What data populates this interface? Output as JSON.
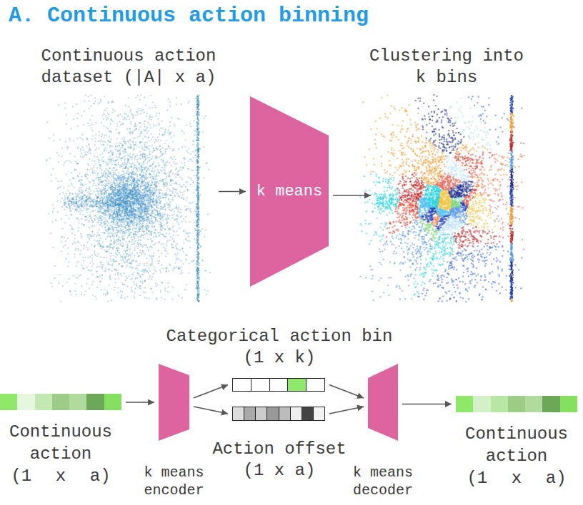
{
  "diagram": {
    "title": "A. Continuous action binning",
    "nodes": [
      {
        "text": [
          "Continuous action dataset (|A| x a)"
        ]
      },
      {
        "text": [
          "k means"
        ]
      },
      {
        "text": [
          "Clustering into k bins"
        ]
      },
      {
        "text": [
          "Continuous action (1 x a)"
        ]
      },
      {
        "text": [
          "k means encoder"
        ]
      },
      {
        "text": [
          "Categorical action bin (1 x k)"
        ]
      },
      {
        "text": [
          "Action offset (1 x a)"
        ]
      },
      {
        "text": [
          "k means decoder"
        ]
      },
      {
        "text": [
          "Continuous action (1 x a)"
        ]
      }
    ],
    "edges": [
      {
        "from": 0,
        "to": 1,
        "arrow": "to"
      },
      {
        "from": 1,
        "to": 2,
        "arrow": "to"
      },
      {
        "from": 3,
        "to": 4,
        "arrow": "to"
      },
      {
        "from": 4,
        "to": 5,
        "arrow": "to"
      },
      {
        "from": 4,
        "to": 6,
        "arrow": "to"
      },
      {
        "from": 5,
        "to": 7,
        "arrow": "to"
      },
      {
        "from": 6,
        "to": 7,
        "arrow": "to"
      },
      {
        "from": 7,
        "to": 8,
        "arrow": "to"
      }
    ]
  }
}
